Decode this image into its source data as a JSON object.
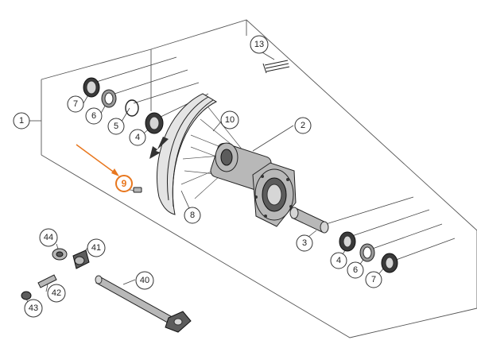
{
  "callouts": {
    "c1": "1",
    "c2": "2",
    "c3": "3",
    "c4a": "4",
    "c4b": "4",
    "c5": "5",
    "c6a": "6",
    "c6b": "6",
    "c7a": "7",
    "c7b": "7",
    "c8": "8",
    "c9": "9",
    "c10": "10",
    "c13": "13",
    "c40": "40",
    "c41": "41",
    "c42": "42",
    "c43": "43",
    "c44": "44"
  },
  "colors": {
    "highlight": "#e8771e",
    "line": "#333333",
    "part_dark": "#3a3a3a",
    "part_light": "#d6d6d6"
  },
  "icons": {
    "pointer": "orange-arrow-icon",
    "rotation": "rotation-direction-arrow-icon"
  }
}
